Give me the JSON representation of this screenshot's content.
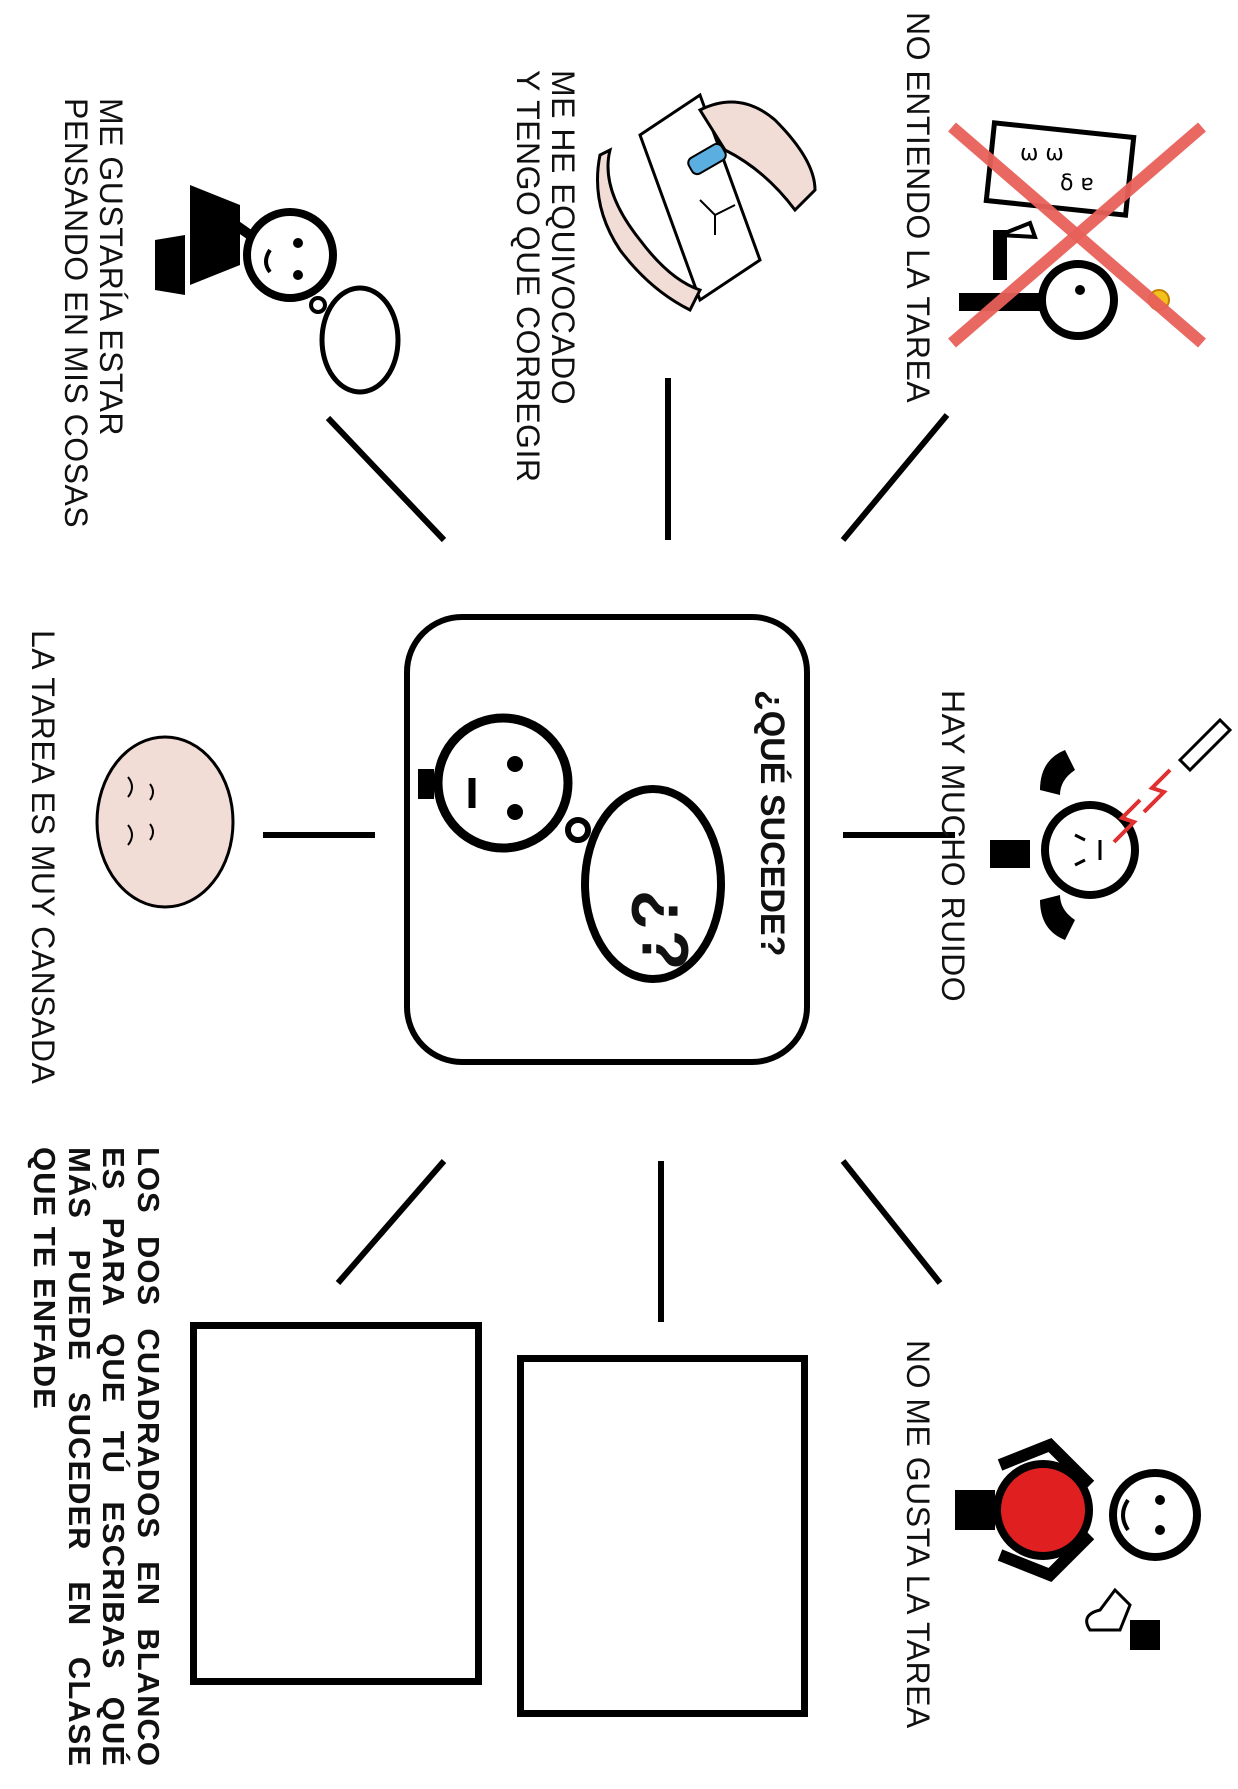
{
  "center": {
    "title": "¿QUÉ SUCEDE?",
    "bubble_glyph": "¿?"
  },
  "causes": [
    {
      "id": "no-entiendo",
      "lines": [
        "NO ENTIENDO LA TAREA"
      ],
      "icon": "confused-student-crossed-icon"
    },
    {
      "id": "equivocado",
      "lines": [
        "ME HE EQUIVOCADO",
        "Y TENGO QUE CORREGIR"
      ],
      "icon": "eraser-hands-icon"
    },
    {
      "id": "pensando",
      "lines": [
        "ME GUSTARÍA ESTAR",
        "PENSANDO EN MIS COSAS"
      ],
      "icon": "daydreaming-person-icon"
    },
    {
      "id": "ruido",
      "lines": [
        "HAY MUCHO RUIDO"
      ],
      "icon": "noise-covered-ears-icon"
    },
    {
      "id": "cansada",
      "lines": [
        "LA TAREA ES MUY CANSADA"
      ],
      "icon": "tired-face-icon"
    },
    {
      "id": "no-gusta",
      "lines": [
        "NO ME GUSTA LA TAREA"
      ],
      "icon": "thumbs-down-person-icon"
    }
  ],
  "note": {
    "lines": [
      "LOS DOS CUADRADOS EN BLANCO",
      "ES PARA QUE TÚ ESCRIBAS QUÉ",
      "MÁS PUEDE SUCEDER EN CLASE",
      "QUE TE ENFADE"
    ]
  },
  "colors": {
    "ink": "#000000",
    "cross": "#e8605a",
    "sweater": "#e02020",
    "skin": "#f2dcd6",
    "eraser": "#5aaee0",
    "lightning": "#e03030",
    "bulb": "#f2c21a"
  }
}
